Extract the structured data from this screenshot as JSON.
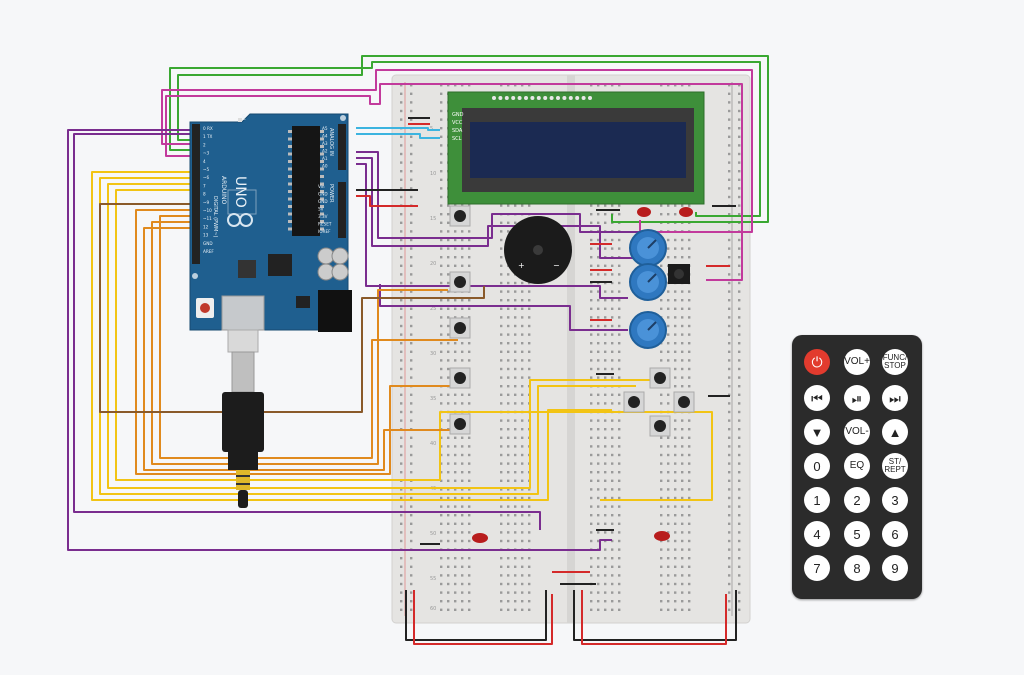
{
  "board": {
    "name": "UNO",
    "brand": "ARDUINO",
    "digital_label": "DIGITAL (PWM~)",
    "analog_label": "ANALOG IN",
    "power_label": "POWER",
    "on_label": "ON",
    "left_pins": [
      "0 RX",
      "1 TX",
      "2",
      "~3",
      "4",
      "~5",
      "~6",
      "7",
      "8",
      "~9",
      "~10",
      "~11",
      "12",
      "13",
      "GND",
      "AREF"
    ],
    "analog_pins": [
      "A5",
      "A4",
      "A3",
      "A2",
      "A1",
      "A0"
    ],
    "power_pins": [
      "Vin",
      "GND",
      "GND",
      "5V",
      "3.3V",
      "RESET",
      "IOREF"
    ]
  },
  "lcd": {
    "pins": [
      "GND",
      "VCC",
      "SDA",
      "SCL"
    ]
  },
  "breadboard": {
    "row_numbers": [
      "5",
      "10",
      "15",
      "20",
      "25",
      "30",
      "35",
      "40",
      "45",
      "50",
      "55",
      "60"
    ]
  },
  "remote": {
    "rows": [
      [
        {
          "label": "⏻",
          "name": "power-button",
          "kind": "power"
        },
        {
          "label": "VOL+",
          "name": "vol-up-button",
          "kind": "med"
        },
        {
          "label": "FUNC/\nSTOP",
          "name": "func-stop-button",
          "kind": "small"
        }
      ],
      [
        {
          "label": "⏮",
          "name": "prev-button",
          "kind": ""
        },
        {
          "label": "⏯",
          "name": "play-pause-button",
          "kind": ""
        },
        {
          "label": "⏭",
          "name": "next-button",
          "kind": ""
        }
      ],
      [
        {
          "label": "▼",
          "name": "down-button",
          "kind": ""
        },
        {
          "label": "VOL-",
          "name": "vol-down-button",
          "kind": "med"
        },
        {
          "label": "▲",
          "name": "up-button",
          "kind": ""
        }
      ],
      [
        {
          "label": "0",
          "name": "digit-0-button",
          "kind": ""
        },
        {
          "label": "EQ",
          "name": "eq-button",
          "kind": "med"
        },
        {
          "label": "ST/\nREPT",
          "name": "st-rept-button",
          "kind": "small"
        }
      ],
      [
        {
          "label": "1",
          "name": "digit-1-button",
          "kind": ""
        },
        {
          "label": "2",
          "name": "digit-2-button",
          "kind": ""
        },
        {
          "label": "3",
          "name": "digit-3-button",
          "kind": ""
        }
      ],
      [
        {
          "label": "4",
          "name": "digit-4-button",
          "kind": ""
        },
        {
          "label": "5",
          "name": "digit-5-button",
          "kind": ""
        },
        {
          "label": "6",
          "name": "digit-6-button",
          "kind": ""
        }
      ],
      [
        {
          "label": "7",
          "name": "digit-7-button",
          "kind": ""
        },
        {
          "label": "8",
          "name": "digit-8-button",
          "kind": ""
        },
        {
          "label": "9",
          "name": "digit-9-button",
          "kind": ""
        }
      ]
    ]
  },
  "colors": {
    "board": "#1f5f8f",
    "breadboard": "#e5e4e2",
    "lcd_pcb": "#3e8f3a",
    "lcd_screen": "#1b2a52",
    "wire_green": "#3aa832",
    "wire_purple": "#7a2d8f",
    "wire_magenta": "#c23a9c",
    "wire_yellow": "#f2c414",
    "wire_orange": "#e08a1e",
    "wire_brown": "#8a5a2a",
    "wire_cyan": "#3cb4e0",
    "wire_red": "#d42a2a",
    "wire_black": "#222222",
    "pot": "#2f78c0",
    "led": "#b81d1d",
    "remote_body": "#2b2b2b",
    "remote_power": "#e23b2e"
  }
}
